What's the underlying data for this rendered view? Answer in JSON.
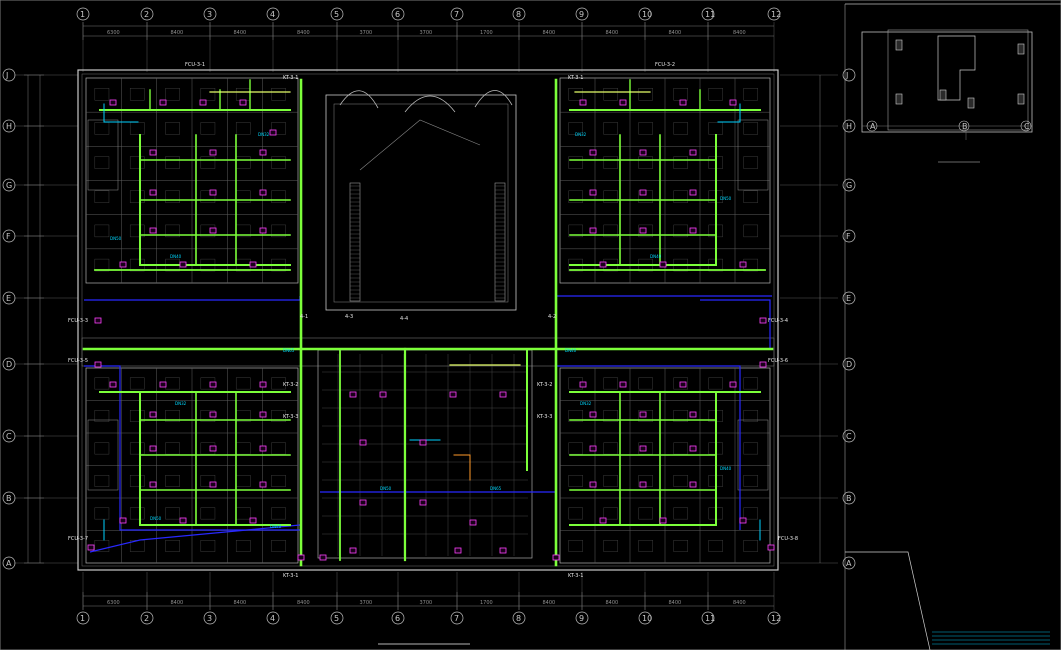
{
  "drawing": {
    "main_title": "",
    "key_plan_title": "",
    "notes_label": "",
    "notes": [
      "",
      "",
      "",
      ""
    ]
  },
  "grid": {
    "columns": [
      "1",
      "2",
      "3",
      "4",
      "5",
      "6",
      "7",
      "8",
      "9",
      "10",
      "11",
      "12"
    ],
    "rows": [
      "J",
      "H",
      "G",
      "F",
      "E",
      "D",
      "C",
      "B",
      "A"
    ],
    "key_columns": [
      "A",
      "B",
      "C"
    ]
  },
  "dimensions": {
    "top": [
      "6300",
      "8400",
      "8400",
      "8400",
      "3700",
      "3700",
      "1700",
      "8400",
      "8400",
      "8400",
      "8400",
      "6300"
    ],
    "top_total": "",
    "bottom": [
      "6300",
      "8400",
      "8400",
      "8400",
      "3700",
      "3700",
      "1700",
      "8400",
      "8400",
      "8400",
      "8400",
      "6300"
    ],
    "bottom_total": "",
    "left_total": ""
  },
  "pipe_labels": {
    "risers": [
      "KT-3-1",
      "KT-3-1",
      "KT-3-2",
      "KT-3-3",
      "KT-3-2",
      "KT-3-3",
      "KT-3-1",
      "KT-3-1",
      "4-1",
      "4-2",
      "4-3",
      "4-4"
    ],
    "units": [
      "DN32",
      "DN40",
      "DN50",
      "DN65",
      "DN32",
      "DN40",
      "DN50",
      "DN40",
      "DN32",
      "DN40",
      "DN50",
      "DN32",
      "DN40",
      "DN50",
      "DN65"
    ],
    "equipment": [
      "FCU-3-1",
      "FCU-3-2",
      "FCU-3-3",
      "FCU-3-4",
      "FCU-3-5",
      "FCU-3-6",
      "FCU-3-7",
      "FCU-3-8"
    ]
  },
  "colors": {
    "background": "#000000",
    "wall": "#c8c8c8",
    "pipe": "#7cff3a",
    "pipe_highlight": "#e6ff6a",
    "return": "#00d2ff",
    "duct": "#2828ff",
    "equipment": "#ff40ff",
    "accent": "#ff9a2a"
  }
}
